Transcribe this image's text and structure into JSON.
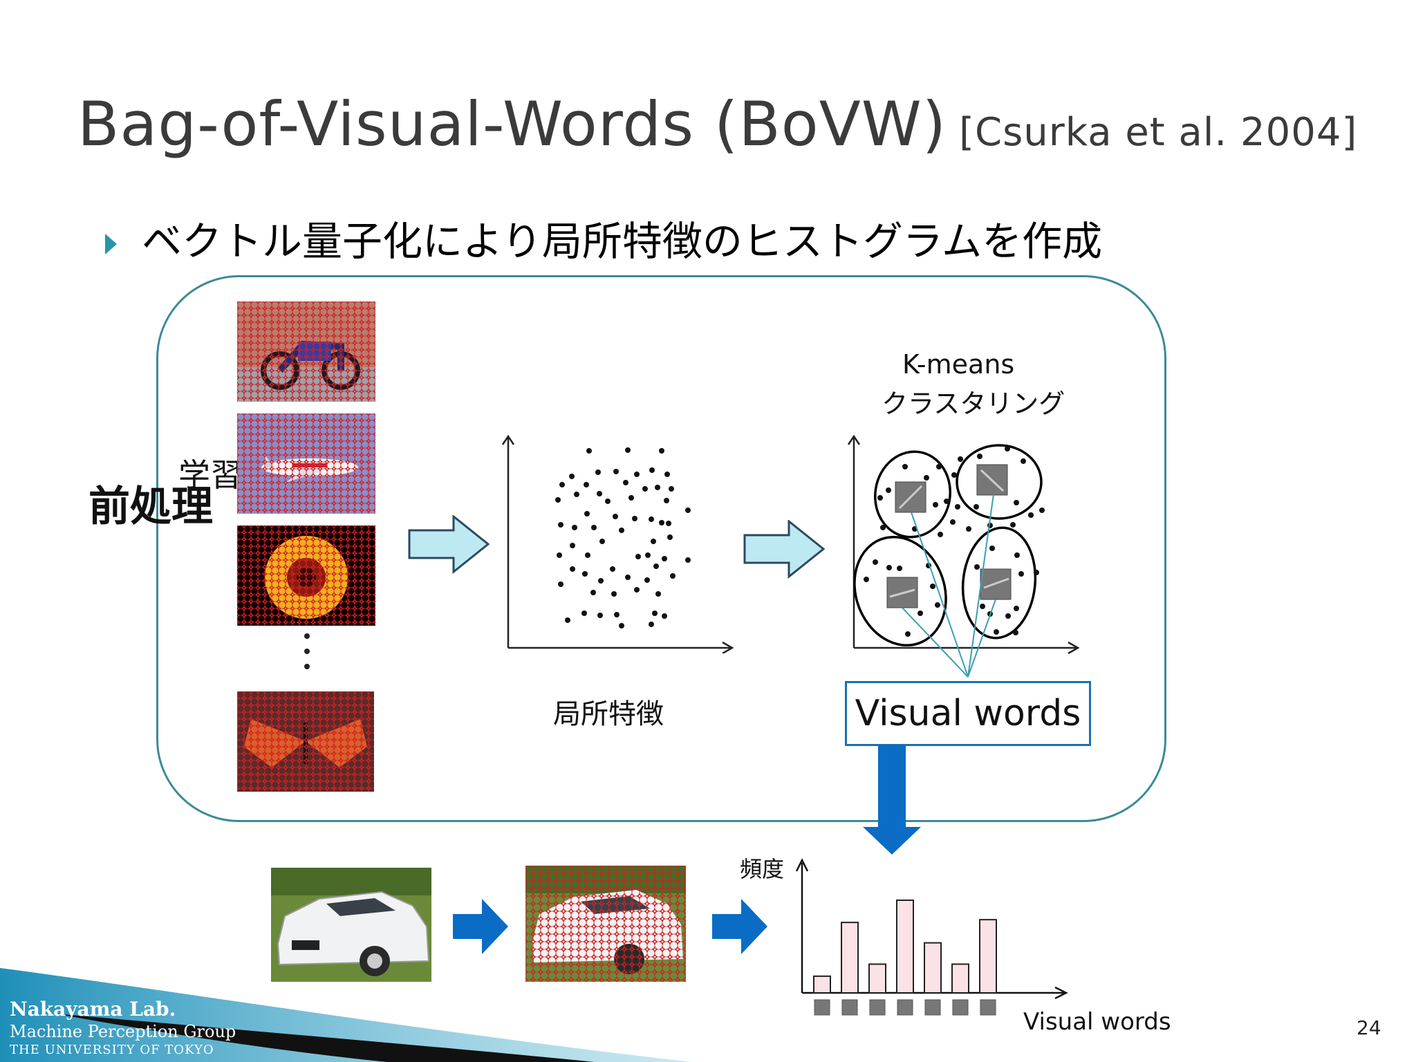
{
  "slide": {
    "title": "Bag-of-Visual-Words (BoVW)",
    "citation": "[Csurka et al. 2004]",
    "bullet": "ベクトル量子化により局所特徴のヒストグラムを作成",
    "page_number": "24"
  },
  "diagram": {
    "preprocessing_label": "前処理",
    "training_images_label": "学習用画像",
    "local_features_label": "局所特徴",
    "kmeans_line1": "K-means",
    "kmeans_line2": "クラスタリング",
    "visual_words_box": "Visual words",
    "histogram_y_label": "頻度",
    "histogram_x_label": "Visual words",
    "histogram_bar_fractions": [
      0.18,
      0.76,
      0.31,
      1.0,
      0.54,
      0.31,
      0.79
    ]
  },
  "logo": {
    "lab": "Nakayama Lab.",
    "group": "Machine Perception Group",
    "university": "THE UNIVERSITY OF TOKYO"
  },
  "colors": {
    "accent": "#2a93a8",
    "panel_border": "#3d8a97",
    "blue_arrow": "#0a6cc4",
    "light_arrow": "#bde9f2",
    "grid_red": "#d42020",
    "bar_fill": "#fbe2e6"
  }
}
